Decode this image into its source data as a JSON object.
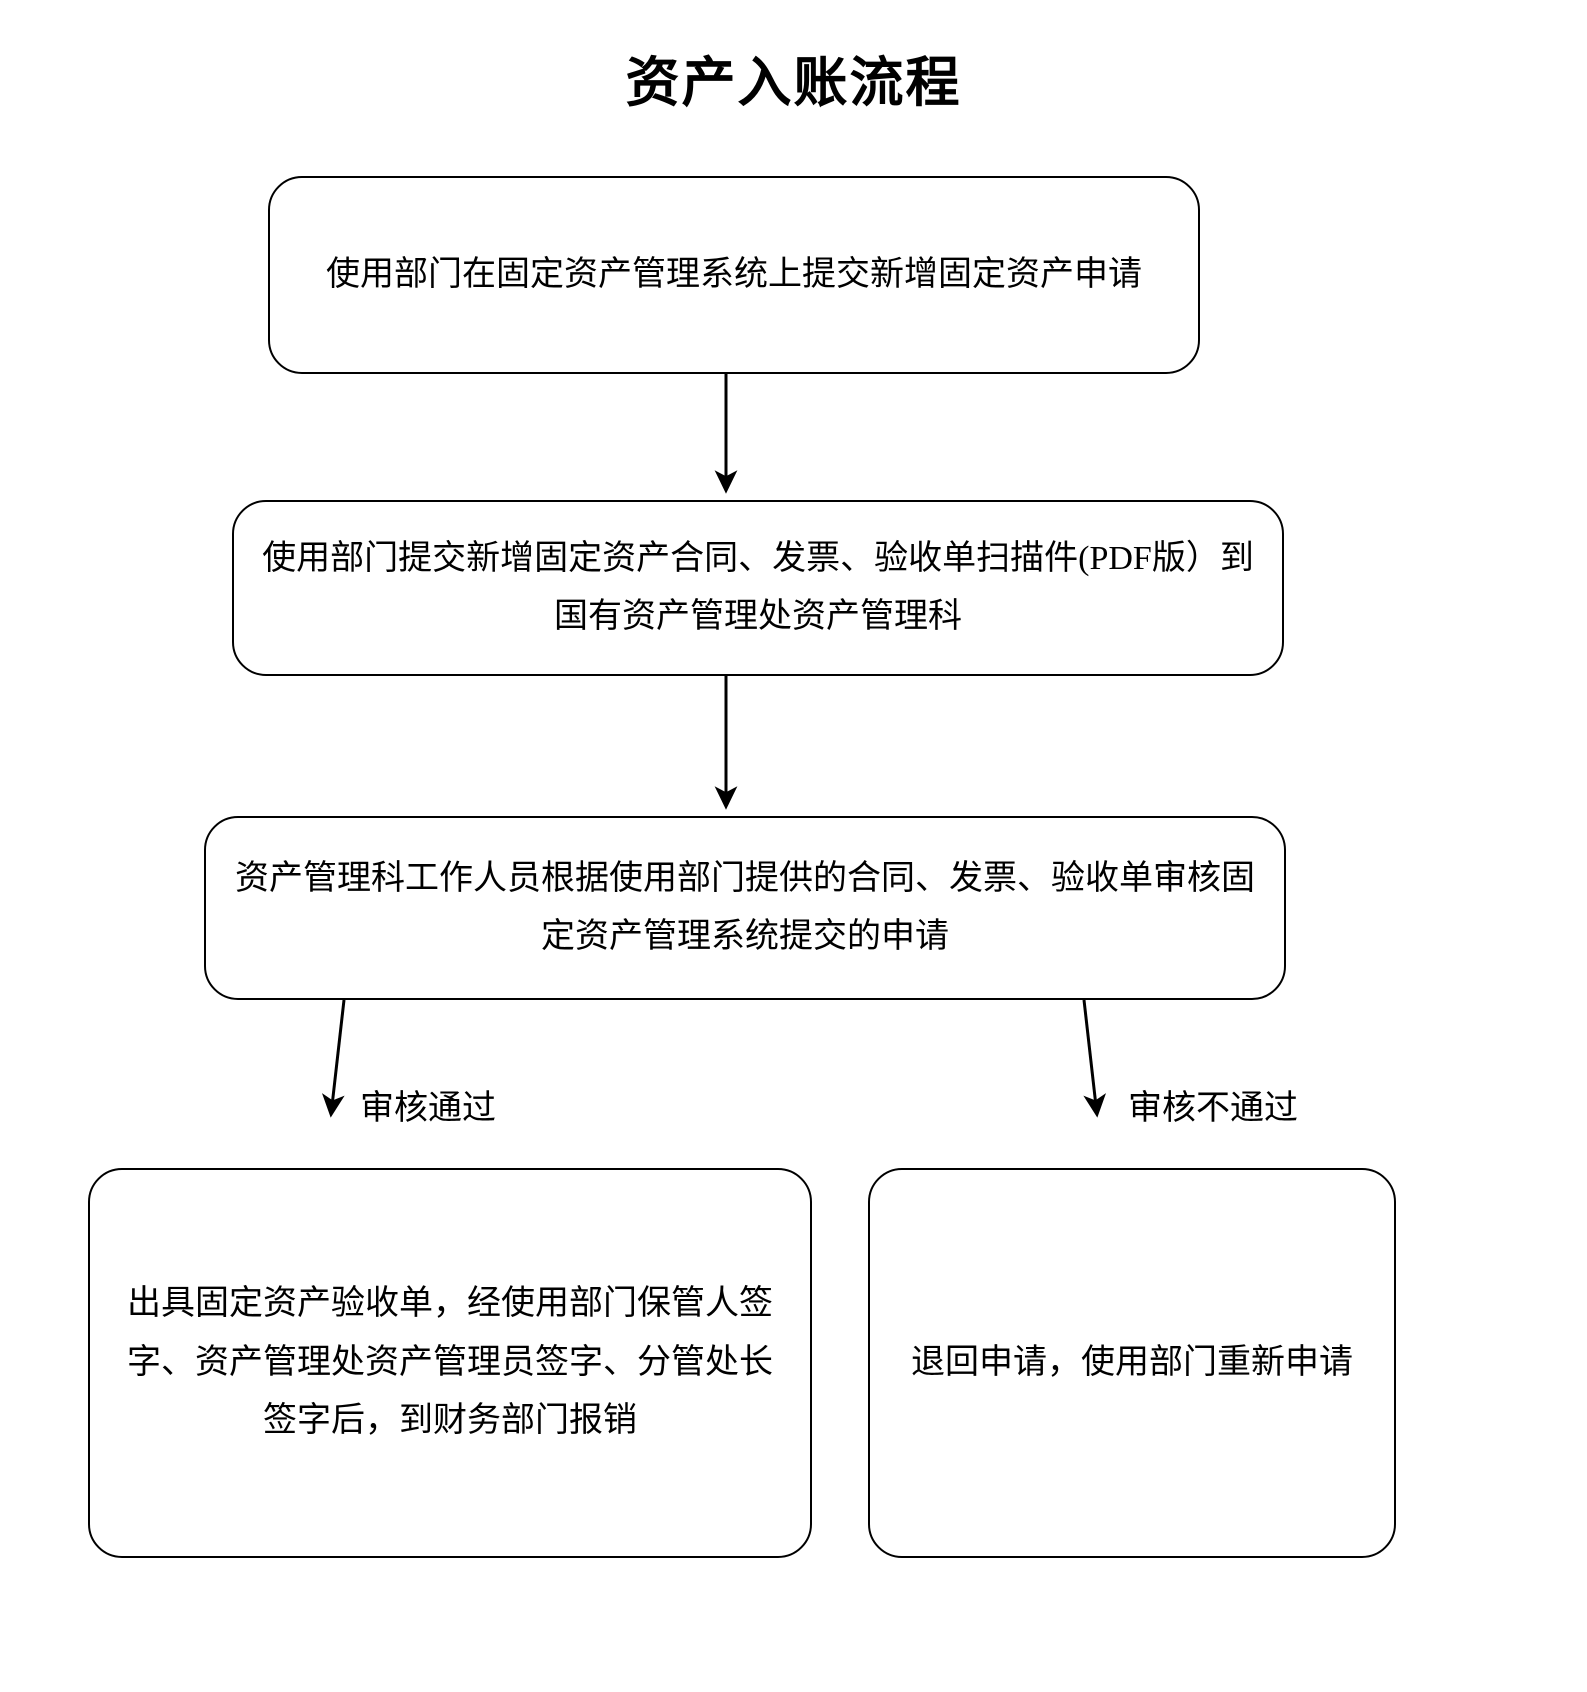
{
  "document": {
    "title": "资产入账流程"
  },
  "flow": {
    "nodes": [
      {
        "id": "submit-application",
        "text": "使用部门在固定资产管理系统上提交新增固定资产申请"
      },
      {
        "id": "submit-documents",
        "text": "使用部门提交新增固定资产合同、发票、验收单扫描件(PDF版）到国有资产管理处资产管理科"
      },
      {
        "id": "review-application",
        "text": "资产管理科工作人员根据使用部门提供的合同、发票、验收单审核固定资产管理系统提交的申请"
      },
      {
        "id": "approved-result",
        "text": "出具固定资产验收单，经使用部门保管人签字、资产管理处资产管理员签字、分管处长签字后，到财务部门报销"
      },
      {
        "id": "rejected-result",
        "text": "退回申请，使用部门重新申请"
      }
    ],
    "edges": [
      {
        "id": "edge-1",
        "from": "submit-application",
        "to": "submit-documents",
        "label": ""
      },
      {
        "id": "edge-2",
        "from": "submit-documents",
        "to": "review-application",
        "label": ""
      },
      {
        "id": "edge-approved",
        "from": "review-application",
        "to": "approved-result",
        "label": "审核通过"
      },
      {
        "id": "edge-rejected",
        "from": "review-application",
        "to": "rejected-result",
        "label": "审核不通过"
      }
    ]
  },
  "style": {
    "background": "#ffffff",
    "line": "#000000",
    "text": "#000000"
  }
}
